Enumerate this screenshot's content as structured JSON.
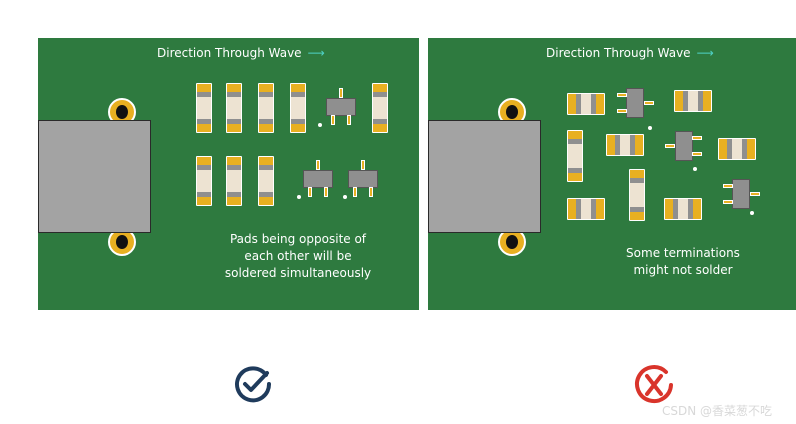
{
  "panels": {
    "good": {
      "title": "Direction Through Wave",
      "caption": [
        "Pads being opposite of",
        "each other will be",
        "soldered simultaneously"
      ],
      "verdict_icon": "check-circle-icon",
      "verdict_color": "#1f3b5c"
    },
    "bad": {
      "title": "Direction Through Wave",
      "caption": [
        "Some terminations",
        "might not solder"
      ],
      "verdict_icon": "x-circle-icon",
      "verdict_color": "#d9342b"
    }
  },
  "colors": {
    "board": "#2e7a3f",
    "pad": "#e8b021",
    "component_body": "#ede3d2",
    "connector": "#a3a3a3",
    "arrow": "#4fd1c5"
  },
  "watermark": "CSDN @香菜葱不吃"
}
